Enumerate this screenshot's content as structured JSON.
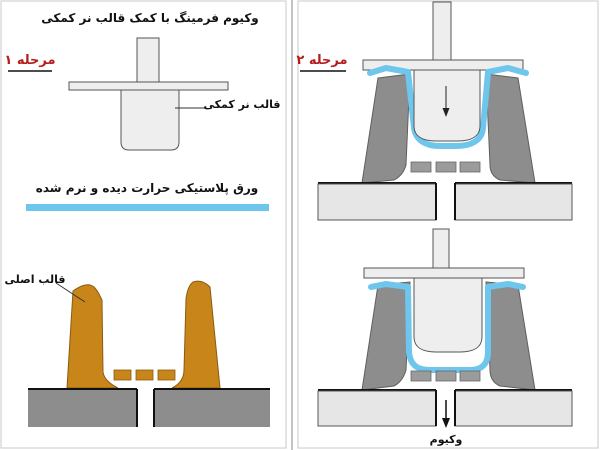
{
  "panel_left": {
    "stage_label": "مرحله ۱",
    "title": "وکیوم فرمینگ با کمک قالب نر کمکی",
    "plug_label": "قالب نر کمکی",
    "sheet_label": "ورق پلاستیکی حرارت دیده و نرم شده",
    "mold_label": "قالب اصلی"
  },
  "panel_right": {
    "stage_label": "مرحله ۲",
    "vacuum_label": "وکیوم"
  },
  "colors": {
    "stage_text": "#b51c1c",
    "sheet": "#6ec6ec",
    "mold": "#c8861a",
    "mold_outline": "#8a5a10",
    "plug_fill": "#eeeeee",
    "grey_mold": "#8d8d8d",
    "base": "#cfcfcf",
    "frame_border": "#c8c8c8",
    "panel_divider": "#b0b0b0"
  }
}
